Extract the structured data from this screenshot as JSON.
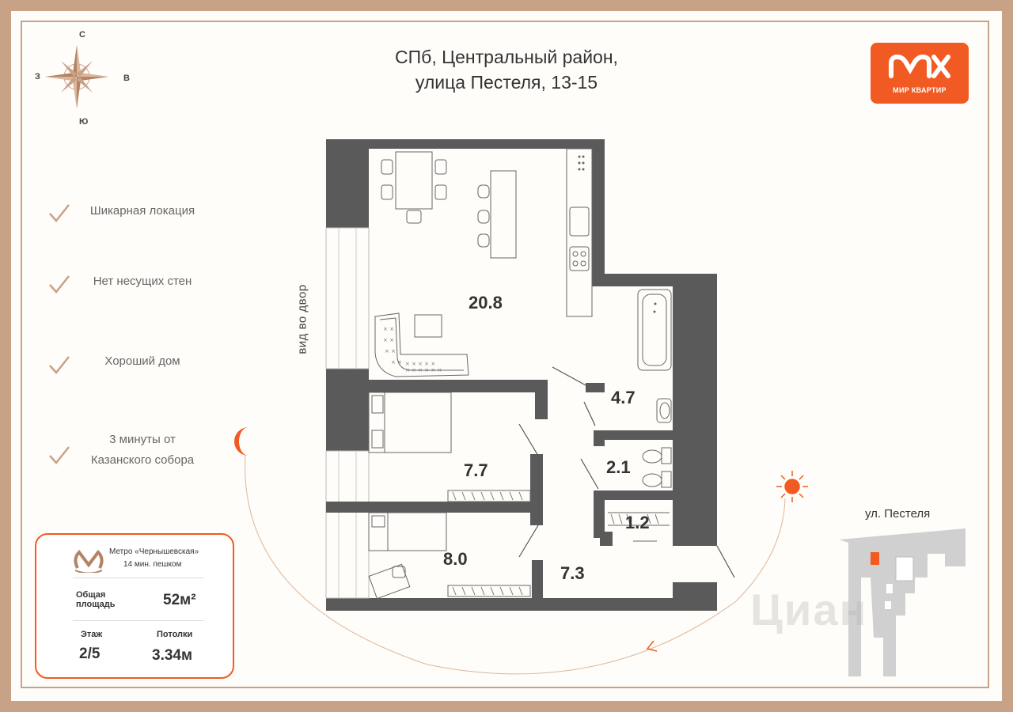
{
  "title": {
    "line1": "СПб, Центральный район,",
    "line2": "улица Пестеля, 13-15"
  },
  "compass": {
    "north": "С",
    "south": "Ю",
    "west": "З",
    "east": "В"
  },
  "logo": {
    "text": "МИР КВАРТИР",
    "color": "#f15a22"
  },
  "features": [
    "Шикарная локация",
    "Нет несущих стен",
    "Хороший дом",
    "3 минуты от",
    "Казанского собора"
  ],
  "info": {
    "metro_name": "Метро «Чернышевская»",
    "metro_walk": "14 мин. пешком",
    "total_area_label_1": "Общая",
    "total_area_label_2": "площадь",
    "total_area_value": "52м²",
    "floor_label": "Этаж",
    "floor_value": "2/5",
    "ceiling_label": "Потолки",
    "ceiling_value": "3.34м"
  },
  "plan": {
    "view_label": "вид во двор",
    "rooms": {
      "living": "20.8",
      "bath": "4.7",
      "wc": "2.1",
      "closet": "1.2",
      "bedroom1": "7.7",
      "bedroom2": "8.0",
      "hall": "7.3"
    }
  },
  "location_map": {
    "street": "ул. Пестеля"
  },
  "watermark": "Циан",
  "colors": {
    "accent": "#f15a22",
    "frame": "#c8a287",
    "wall": "#5a5a5a"
  }
}
